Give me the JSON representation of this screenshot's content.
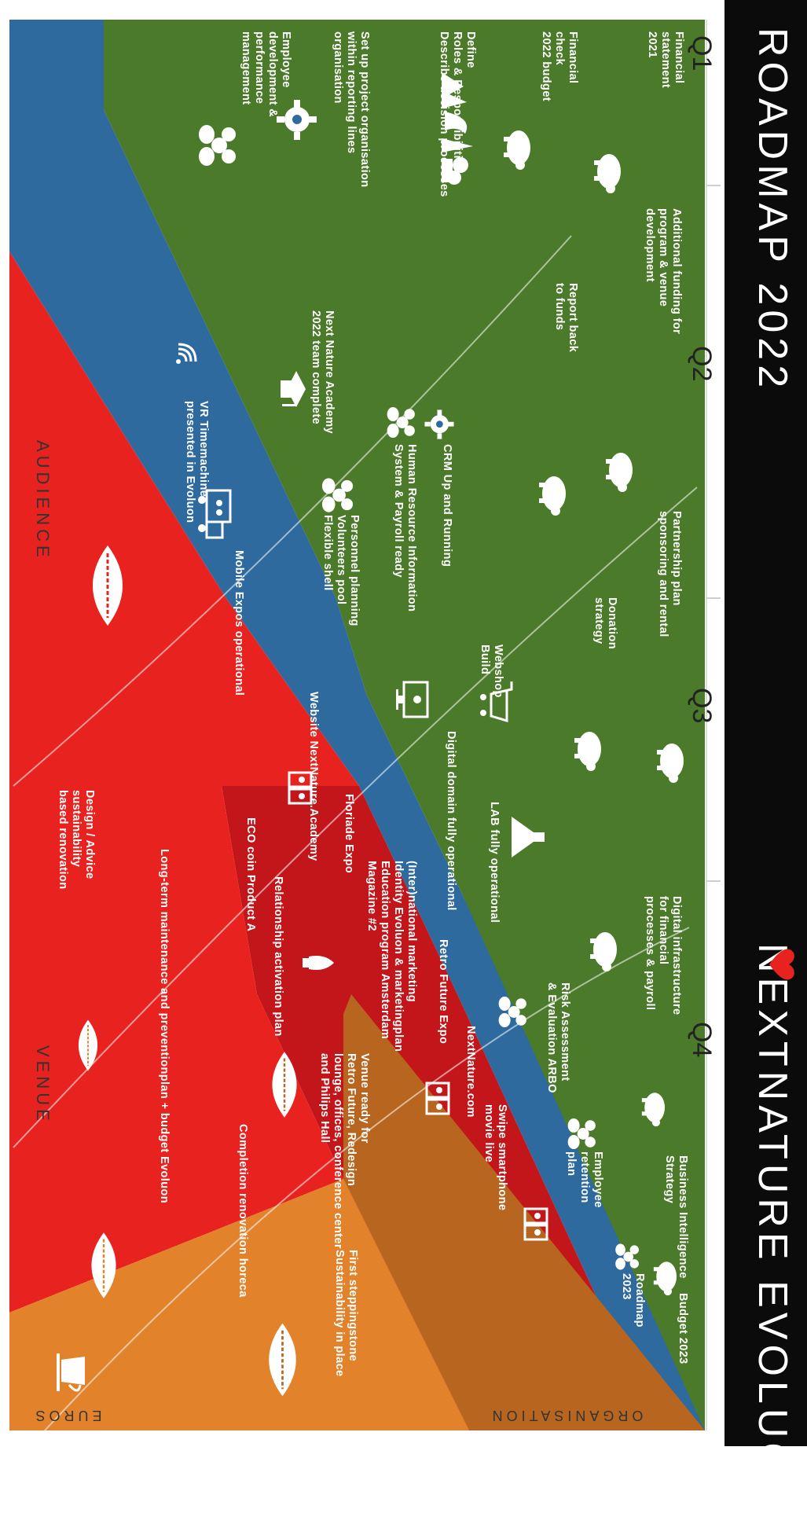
{
  "header": {
    "title_left": "ROADMAP 2022",
    "title_right_a": "NEXTNATURE",
    "title_right_b": "EVOLUON"
  },
  "quarters": [
    "Q1",
    "Q2",
    "Q3",
    "Q4"
  ],
  "axes": {
    "bottom_left": "AUDIENCE",
    "bottom_right": "VENUE",
    "side_top": "EUROS",
    "side_bottom": "ORGANISATION"
  },
  "colors": {
    "euros": "#4b7a2a",
    "organisation": "#2e6a9e",
    "audience": "#e8231f",
    "audience_dark": "#c3161b",
    "venue": "#e2822a",
    "venue_dark": "#b7651f",
    "header": "#0b0b0b",
    "heart": "#e8231f"
  },
  "euros": {
    "financial_statement": "Financial\nstatement\n2021",
    "financial_check": "Financial\ncheck\n2022 budget",
    "additional_funding": "Additional funding for\nprogram & venue\ndevelopment",
    "report_back": "Report back\nto funds",
    "partnership_plan": "Partnership plan\nsponsoring and rental",
    "donation_strategy": "Donation\nstrategy",
    "digital_infrastructure": "Digital infrastructure\nfor financial\nprocesses & payroll",
    "business_intelligence": "Business Intelligence\nStrategy",
    "budget_2023": "Budget 2023"
  },
  "organisation": {
    "define_roles": "Define\nRoles & Responsibilities\nDescribe decision processes",
    "project_organisation": "Set up project organisation\nwithin reporting lines\norganisation",
    "employee_development": "Employee\ndevelopment &\nperformance\nmanagement",
    "crm": "CRM Up and Running",
    "hr_system": "Human Resource Information\nSystem & Payroll ready",
    "academy_team": "Next Nature Academy\n2022 team complete",
    "personnel_planning": "Personnel planning\nVolunteers pool\nFlexible shell",
    "webshop": "Webshop\nBuild",
    "lab": "LAB fully operational",
    "digital_domain": "Digital domain fully operational",
    "risk_assessment": "Risk Assessment\n& Evaluation ARBO",
    "retention_plan": "Employee\nretention\nplan",
    "roadmap_2023": "Roadmap\n2023"
  },
  "audience": {
    "vr_timemachine": "VR Timemachine\npresented in Evoluon",
    "mobile_expos": "Mobile Expos operational",
    "website_academy": "Website NextNature.Academy",
    "floriade": "Floriade Expo",
    "relationship_plan": "Relationship activation plan",
    "eco_coin": "ECO coin Product A",
    "nextnature_com": "NextNature.com",
    "retro_future_expo": "Retro Future Expo",
    "marketing": "(Inter)national marketing\nIdentity Evoluon & marketingplan\nEducation program Amsterdam\nMagazine #2",
    "swipe_movie": "Swipe smartphone\nmovie live"
  },
  "venue": {
    "sustainability_step": "First steppingstone\nSustainability in place",
    "venue_ready": "Venue ready for\nRetro Future, Redesign\nlounge, offices, conference center\nand Philips Hall",
    "horeca": "Completion renovation horeca",
    "maintenance": "Long-term maintenance and preventionplan + budget Evoluon",
    "design_advice": "Design / Advice\nsustainability\nbased renovation"
  }
}
